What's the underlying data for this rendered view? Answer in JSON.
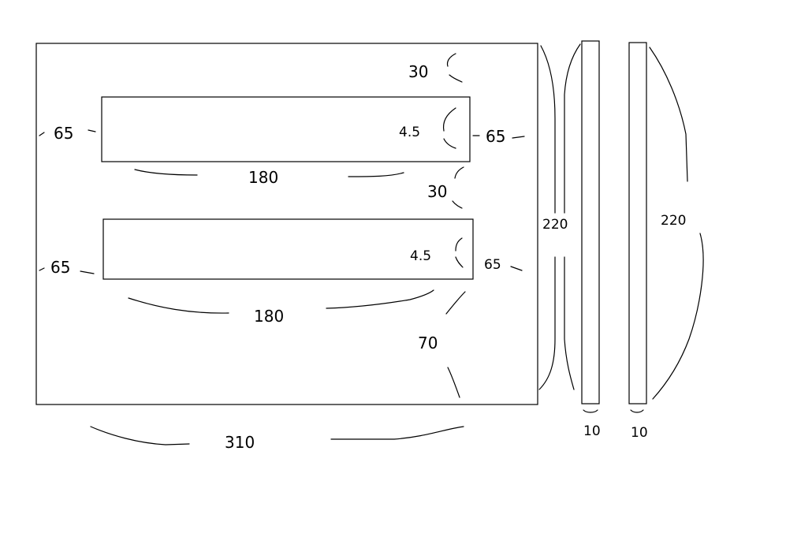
{
  "sketch": {
    "panel": {
      "width_label": "310",
      "height_label": "220"
    },
    "slot_top": {
      "length_label": "180",
      "height_label": "4.5",
      "left_margin_label": "65",
      "right_margin_label": "65",
      "top_gap_label": "30"
    },
    "slot_bottom": {
      "length_label": "180",
      "height_label": "4.5",
      "left_margin_label": "65",
      "right_margin_label": "65",
      "gap_above_label": "30",
      "bottom_gap_label": "70"
    },
    "side_strip_1": {
      "height_label": "220",
      "width_label": "10"
    },
    "side_strip_2": {
      "height_label": "220",
      "width_label": "10"
    }
  }
}
